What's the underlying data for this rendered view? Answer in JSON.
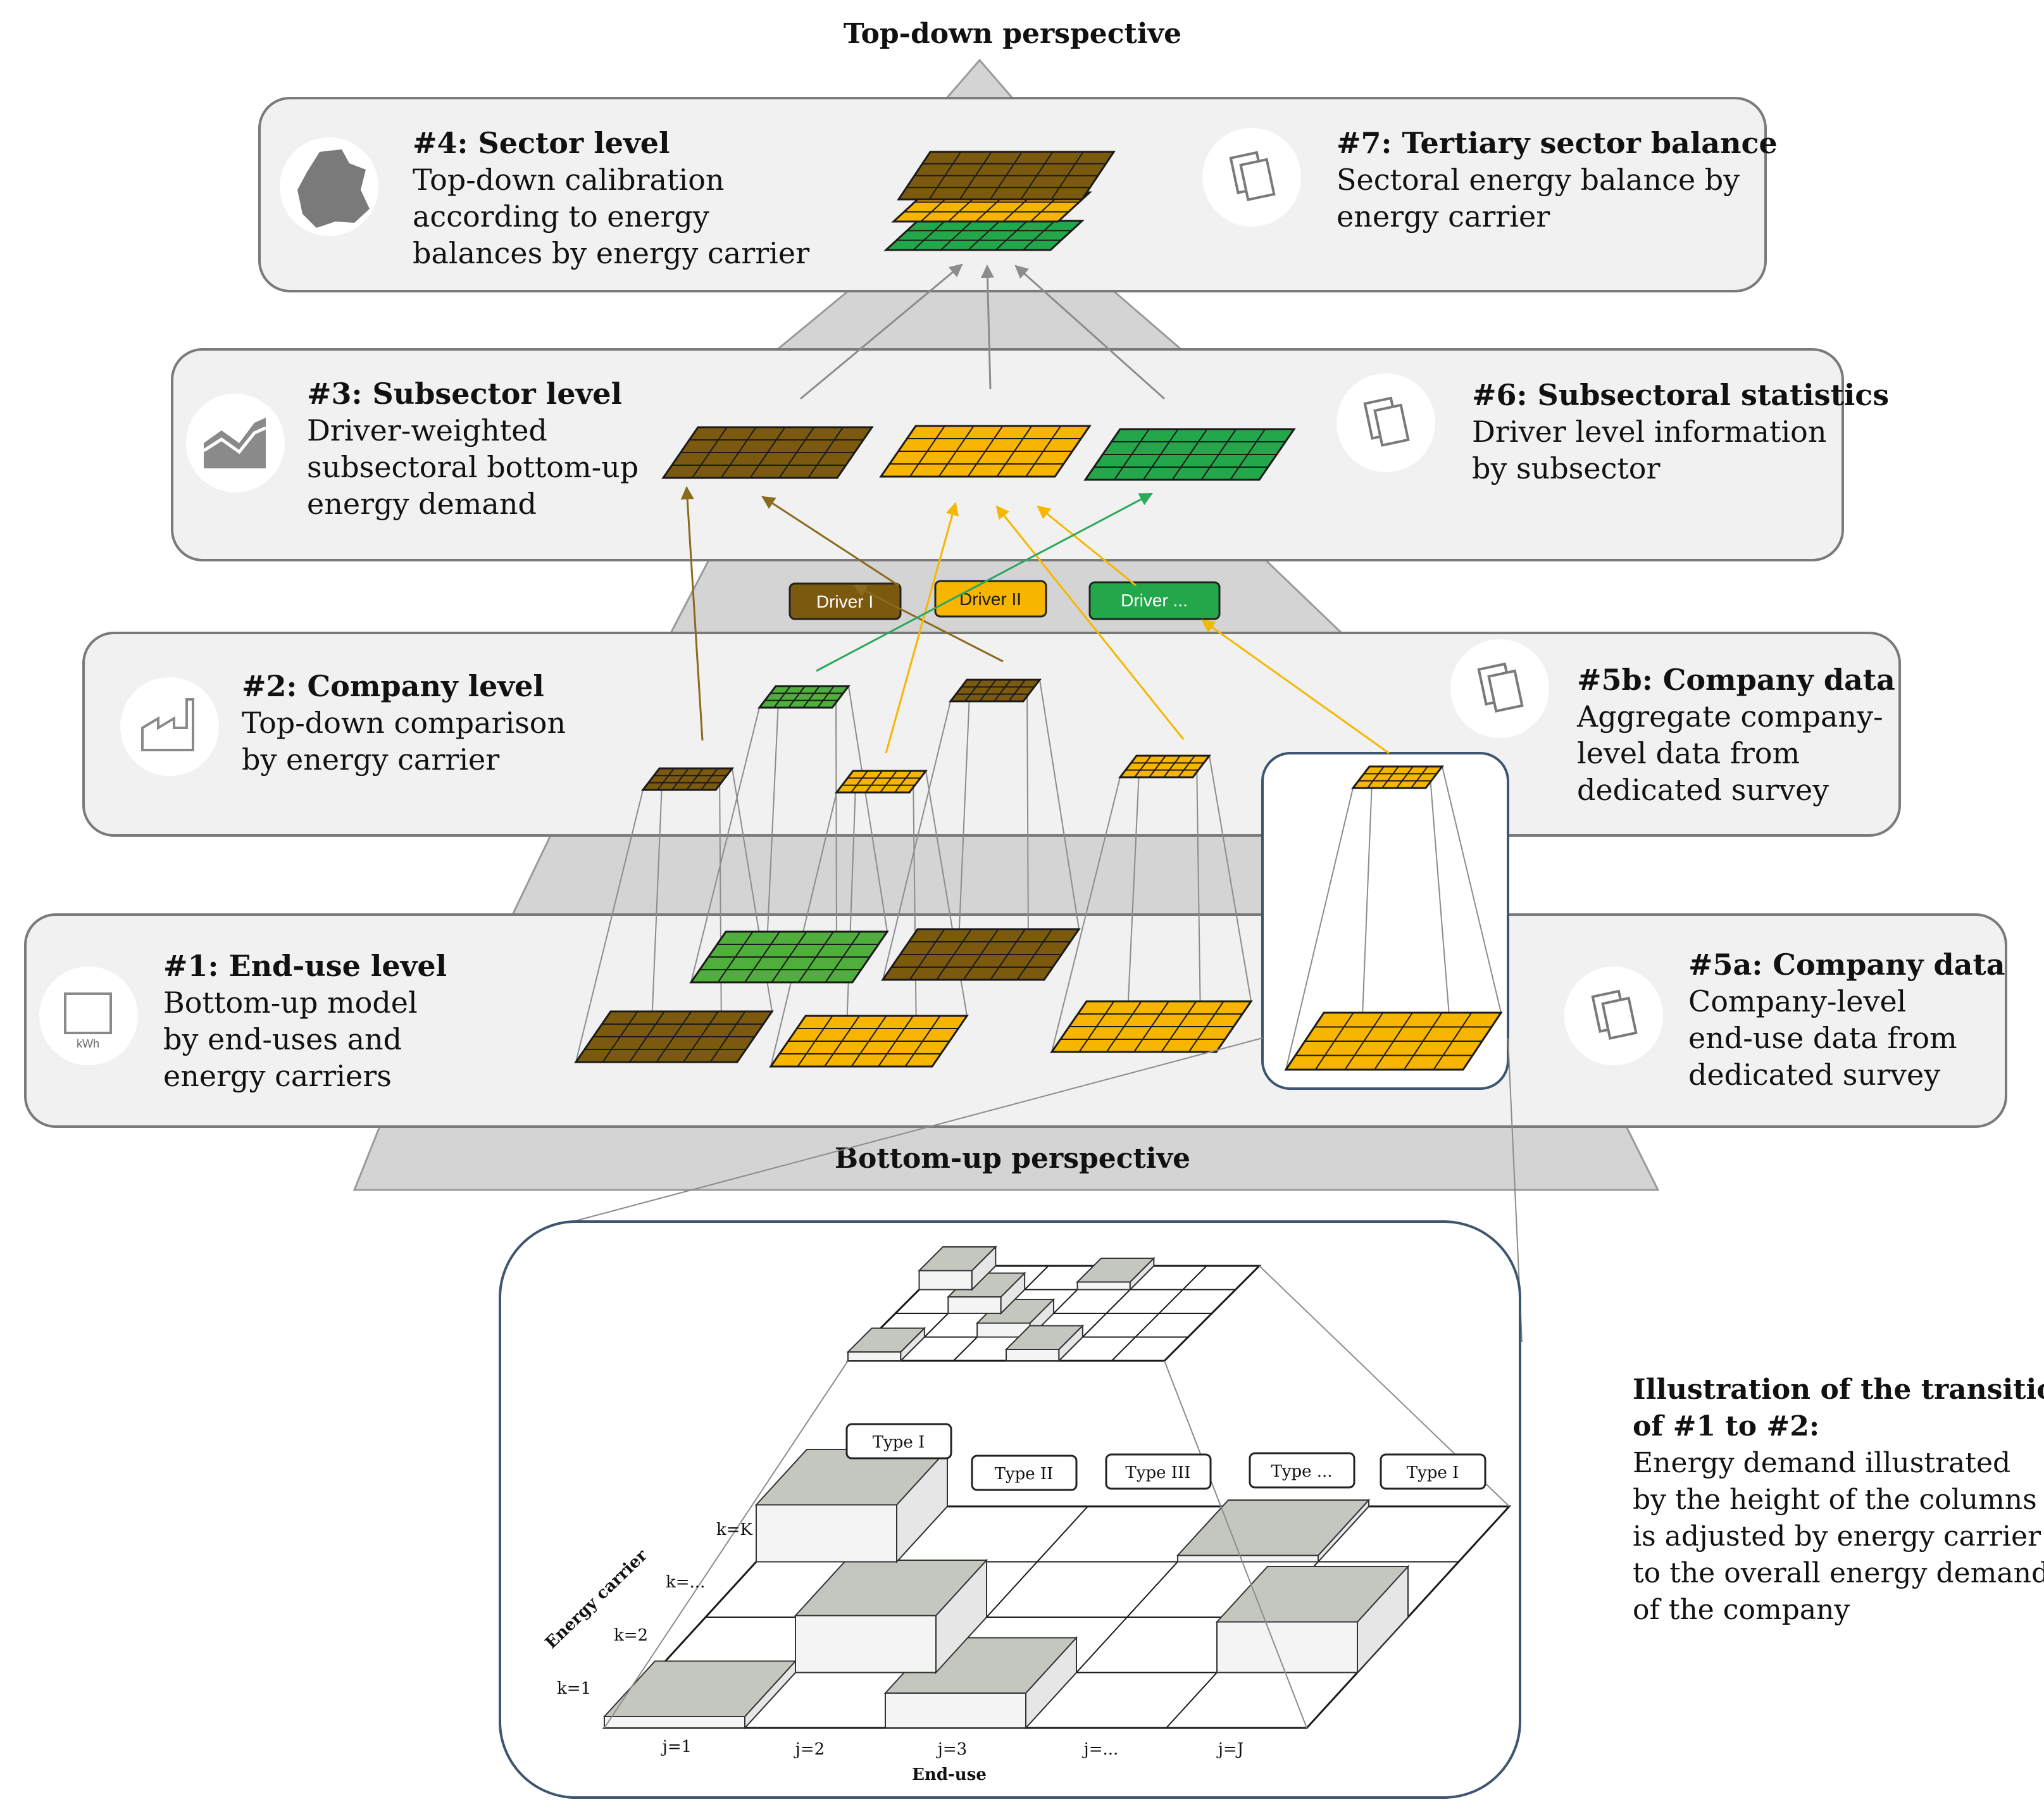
{
  "perspectives": {
    "top": "Top-down perspective",
    "bottom": "Bottom-up perspective"
  },
  "levels": [
    {
      "id": "level4",
      "title": "#4: Sector level",
      "lines": [
        "Top-down calibration",
        "according to energy",
        "balances by energy carrier"
      ],
      "icon": "germany-map-icon"
    },
    {
      "id": "level3",
      "title": "#3: Subsector level",
      "lines": [
        "Driver-weighted",
        "subsectoral bottom-up",
        "energy demand"
      ],
      "icon": "area-chart-icon"
    },
    {
      "id": "level2",
      "title": "#2: Company level",
      "lines": [
        "Top-down comparison",
        "by energy carrier"
      ],
      "icon": "factory-icon"
    },
    {
      "id": "level1",
      "title": "#1: End-use level",
      "lines": [
        "Bottom-up model",
        "by end-uses and",
        "energy carriers"
      ],
      "icon": "kwh-chart-icon"
    }
  ],
  "sources": [
    {
      "id": "source7",
      "title": "#7: Tertiary sector balance",
      "lines": [
        "Sectoral energy balance by",
        "energy carrier"
      ],
      "icon": "document-icon"
    },
    {
      "id": "source6",
      "title": "#6: Subsectoral statistics",
      "lines": [
        "Driver level information",
        "by subsector"
      ],
      "icon": "document-icon"
    },
    {
      "id": "source5b",
      "title": "#5b: Company data",
      "lines": [
        "Aggregate company-",
        "level data from",
        "dedicated survey"
      ],
      "icon": "document-icon"
    },
    {
      "id": "source5a",
      "title": "#5a: Company data",
      "lines": [
        "Company-level",
        "end-use data from",
        "dedicated survey"
      ],
      "icon": "document-icon"
    }
  ],
  "drivers": [
    {
      "label": "Driver I",
      "fill": "#7b5a10",
      "text_color": "#ffffff"
    },
    {
      "label": "Driver II",
      "fill": "#f7b500",
      "text_color": "#1a1a1a"
    },
    {
      "label": "Driver ...",
      "fill": "#22a84a",
      "text_color": "#ffffff"
    }
  ],
  "colors": {
    "brown": "#7b5a10",
    "yellow": "#f7b500",
    "green": "#22a84a",
    "lightgreen": "#4fae3c",
    "arrow_brown": "#8b6a1e",
    "arrow_yellow": "#f5b800",
    "arrow_green": "#2aa85c"
  },
  "illustration": {
    "types": [
      "Type I",
      "Type II",
      "Type III",
      "Type ...",
      "Type I"
    ],
    "k_labels": [
      "k=K",
      "k=...",
      "k=2",
      "k=1"
    ],
    "j_labels": [
      "j=1",
      "j=2",
      "j=3",
      "j=...",
      "j=J"
    ],
    "y_axis": "Energy carrier",
    "x_axis": "End-use"
  },
  "side_note": {
    "title_lines": [
      "Illustration of the transition",
      "of #1 to #2:"
    ],
    "body_lines": [
      "Energy demand illustrated",
      "by the height of the columns",
      "is adjusted by energy carrier",
      "to the overall energy demand",
      "of the company"
    ]
  }
}
